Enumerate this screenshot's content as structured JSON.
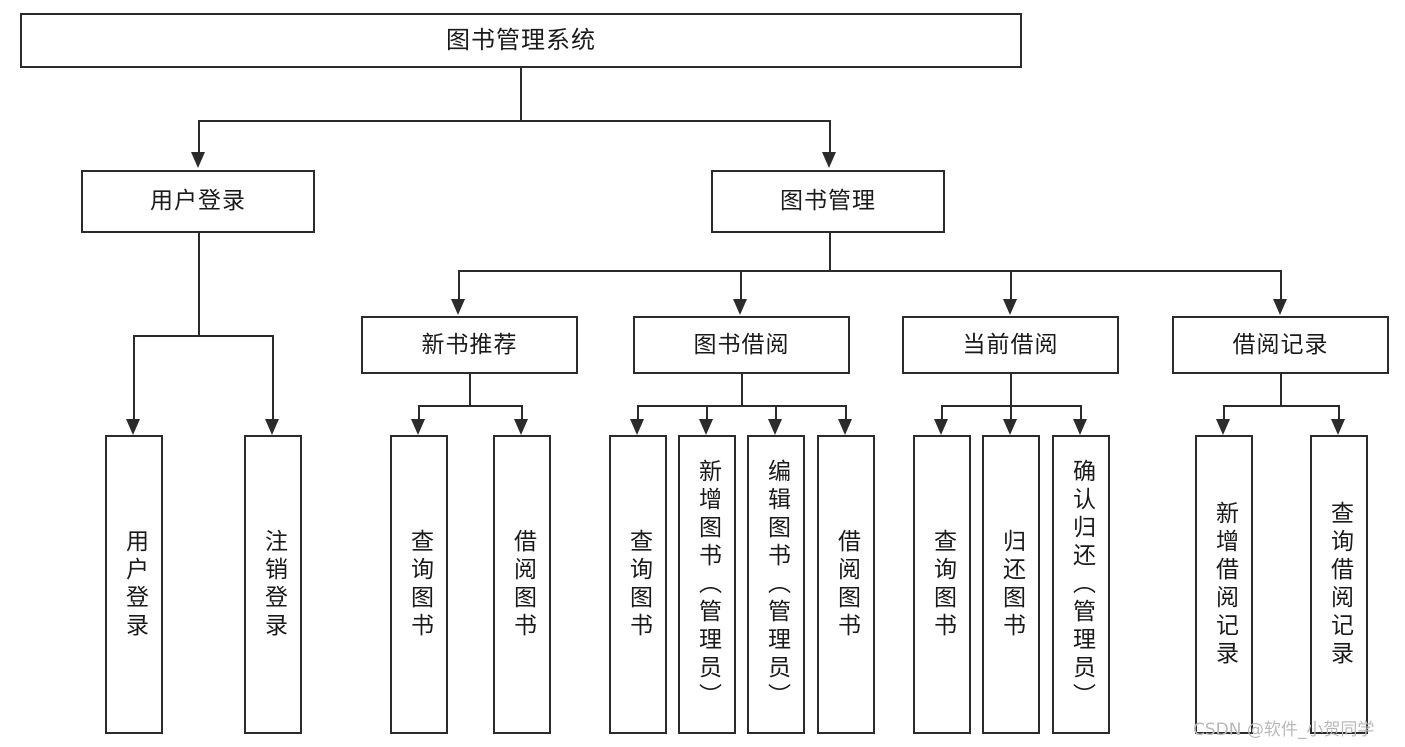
{
  "diagram": {
    "type": "tree-hierarchy-chart",
    "title": "图书管理系统",
    "orientation": "top-down",
    "colors": {
      "line": "#2b2b2b",
      "box_fill": "#ffffff",
      "text": "#1a1a1a",
      "watermark": "#b9b9b9",
      "background": "#ffffff"
    },
    "root": {
      "label": "图书管理系统"
    },
    "level2": [
      {
        "id": "user-login",
        "label": "用户登录"
      },
      {
        "id": "book-management",
        "label": "图书管理"
      }
    ],
    "level3": [
      {
        "id": "new-book-recommend",
        "label": "新书推荐",
        "parent": "book-management"
      },
      {
        "id": "book-borrow",
        "label": "图书借阅",
        "parent": "book-management"
      },
      {
        "id": "current-borrow",
        "label": "当前借阅",
        "parent": "book-management"
      },
      {
        "id": "borrow-record",
        "label": "借阅记录",
        "parent": "book-management"
      }
    ],
    "leaves": {
      "user_login": [
        {
          "id": "leaf-user-login",
          "label": "用户登录"
        },
        {
          "id": "leaf-user-logout",
          "label": "注销登录"
        }
      ],
      "new_book_recommend": [
        {
          "id": "leaf-query-book-1",
          "label": "查询图书"
        },
        {
          "id": "leaf-borrow-book-1",
          "label": "借阅图书"
        }
      ],
      "book_borrow": [
        {
          "id": "leaf-query-book-2",
          "label": "查询图书"
        },
        {
          "id": "leaf-add-book",
          "label": "新增图书（管理员）"
        },
        {
          "id": "leaf-edit-book",
          "label": "编辑图书（管理员）"
        },
        {
          "id": "leaf-borrow-book-2",
          "label": "借阅图书"
        }
      ],
      "current_borrow": [
        {
          "id": "leaf-query-book-3",
          "label": "查询图书"
        },
        {
          "id": "leaf-return-book",
          "label": "归还图书"
        },
        {
          "id": "leaf-confirm-return",
          "label": "确认归还（管理员）"
        }
      ],
      "borrow_record": [
        {
          "id": "leaf-add-record",
          "label": "新增借阅记录"
        },
        {
          "id": "leaf-query-record",
          "label": "查询借阅记录"
        }
      ]
    }
  },
  "watermark": {
    "text": "CSDN @软件_小贺同学"
  }
}
